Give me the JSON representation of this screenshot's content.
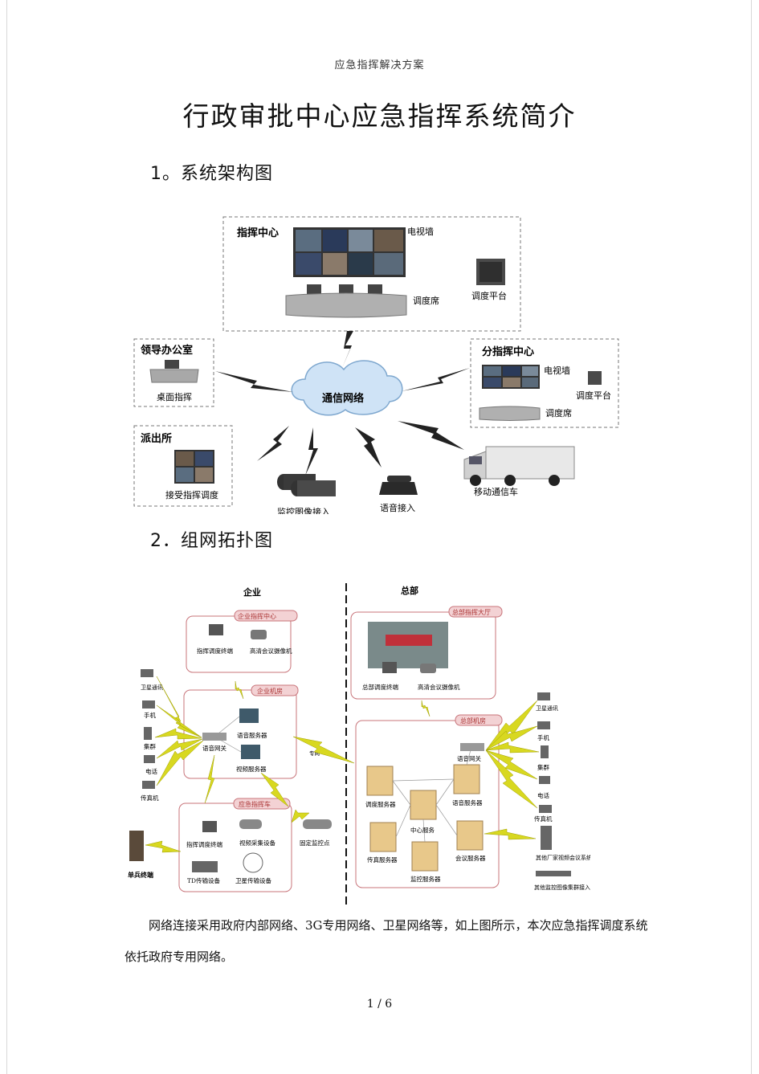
{
  "header": "应急指挥解决方案",
  "title": "行政审批中心应急指挥系统简介",
  "sections": [
    {
      "heading": "1。系统架构图"
    },
    {
      "heading": "2．组网拓扑图"
    }
  ],
  "fig1": {
    "cmd_center": "指挥中心",
    "tv_wall": "电视墙",
    "dispatch_seat": "调度席",
    "dispatch_platform": "调度平台",
    "leader_office": "领导办公室",
    "desktop_command": "桌面指挥",
    "network": "通信网络",
    "sub_center": "分指挥中心",
    "sub_tv_wall": "电视墙",
    "sub_platform": "调度平台",
    "sub_seat": "调度席",
    "police_station": "派出所",
    "receive_dispatch": "接受指挥调度",
    "monitor_access": "监控图像接入",
    "voice_access": "语音接入",
    "mobile_vehicle": "移动通信车"
  },
  "fig2": {
    "enterprise": "企业",
    "hq": "总部",
    "ent_cmd_center": "企业指挥中心",
    "cmd_terminal": "指挥调度终端",
    "hd_camera": "高清会议摄像机",
    "ent_room": "企业机房",
    "voice_server": "语音服务器",
    "voice_gateway": "语音网关",
    "video_server": "视频服务器",
    "satellite": "卫星通讯",
    "mobile": "手机",
    "cluster": "集群",
    "phone": "电话",
    "fax": "传真机",
    "emergency_vehicle": "应急指挥车",
    "video_collect": "视频采集设备",
    "td_device": "TD传输设备",
    "sat_device": "卫星传输设备",
    "fixed_monitor": "固定监控点",
    "soldier": "单兵终端",
    "hq_hall": "总部指挥大厅",
    "hq_terminal": "总部调度终端",
    "hq_room": "总部机房",
    "dispatch_server": "调度服务器",
    "center_service": "中心服务",
    "fax_server": "传真服务器",
    "conf_server": "会议服务器",
    "monitor_server": "监控服务器",
    "other_conf": "其他厂家视频会议系统",
    "other_monitor": "其他监控图像集群接入",
    "private_net": "专网"
  },
  "paragraph": "网络连接采用政府内部网络、3G专用网络、卫星网络等，如上图所示，本次应急指挥调度系统依托政府专用网络。",
  "page_number": "1 / 6"
}
